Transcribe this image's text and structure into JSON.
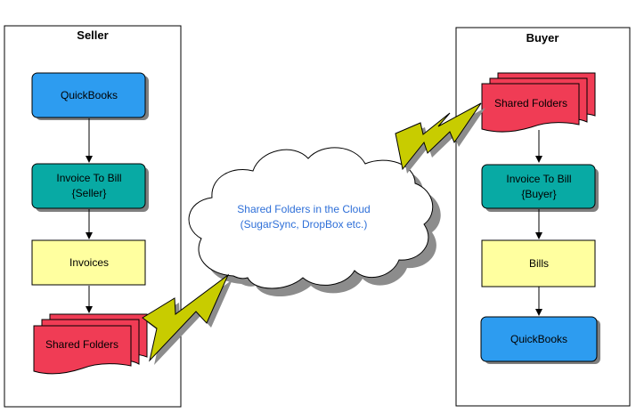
{
  "seller": {
    "title": "Seller",
    "quickbooks": "QuickBooks",
    "invoice_line1": "Invoice To Bill",
    "invoice_line2": "{Seller}",
    "invoices": "Invoices",
    "shared_folders": "Shared Folders"
  },
  "buyer": {
    "title": "Buyer",
    "shared_folders": "Shared Folders",
    "invoice_line1": "Invoice To Bill",
    "invoice_line2": "{Buyer}",
    "bills": "Bills",
    "quickbooks": "QuickBooks"
  },
  "cloud": {
    "line1": "Shared Folders in the Cloud",
    "line2": "(SugarSync, DropBox etc.)"
  },
  "colors": {
    "blue": "#2d9cf0",
    "teal": "#08aaa4",
    "yellow": "#ffff9f",
    "red": "#f03c55",
    "bolt": "#c8cc00",
    "cloud_text": "#2e6fd8"
  }
}
